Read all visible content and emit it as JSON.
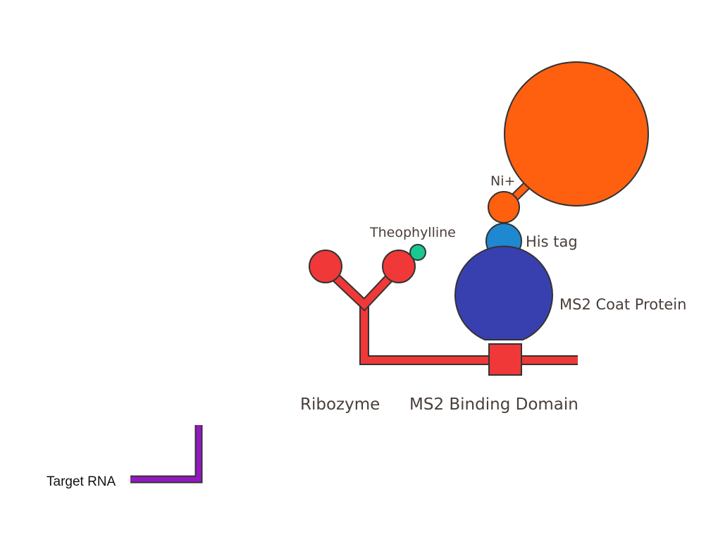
{
  "labels": {
    "ni": "Ni+",
    "theophylline": "Theophylline",
    "his_tag": "His tag",
    "ms2_coat_protein": "MS2 Coat Protein",
    "ribozyme": "Ribozyme",
    "ms2_binding_domain": "MS2 Binding Domain",
    "target_rna": "Target RNA"
  },
  "colors": {
    "orange": "#ff6010",
    "red": "#f03838",
    "blue": "#1e88d0",
    "navy": "#3840b0",
    "teal": "#18c890",
    "purple": "#9418c0",
    "outline": "#333333"
  }
}
